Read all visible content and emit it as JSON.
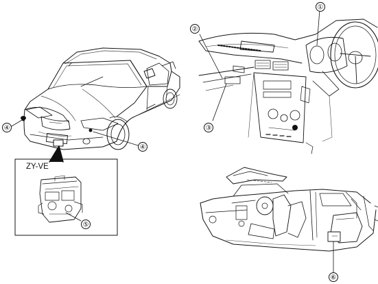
{
  "figure": {
    "inset_label": "ZY-VE",
    "callouts": [
      "①",
      "②",
      "③",
      "④",
      "④",
      "⑤",
      "⑥"
    ],
    "colors": {
      "ink": "#111111",
      "light_ink": "#444444",
      "paper": "#ffffff"
    }
  }
}
